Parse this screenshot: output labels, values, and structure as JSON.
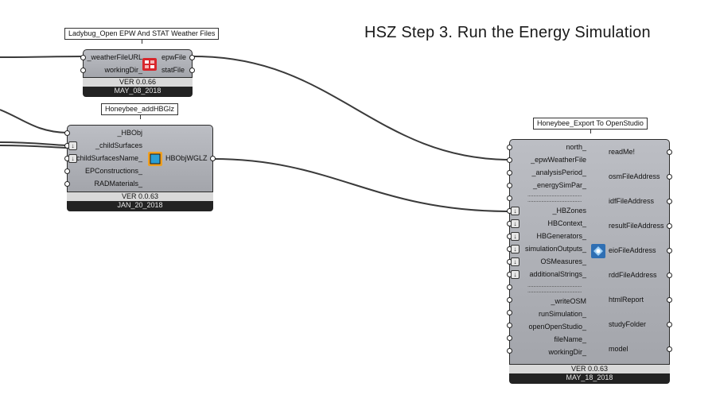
{
  "canvas": {
    "title": "HSZ Step 3. Run the Energy Simulation"
  },
  "components": {
    "ladybug_epw": {
      "tag": "Ladybug_Open EPW And STAT Weather Files",
      "inputs": [
        "_weatherFileURL",
        "workingDir_"
      ],
      "outputs": [
        "epwFile",
        "statFile"
      ],
      "version": "VER 0.0.66",
      "date": "MAY_08_2018",
      "icon": "ladybug-weather-icon"
    },
    "honeybee_addhbglz": {
      "tag": "Honeybee_addHBGlz",
      "inputs": [
        "_HBObj",
        "_childSurfaces",
        "childSurfacesName_",
        "EPConstructions_",
        "RADMaterials_"
      ],
      "outputs": [
        "HBObjWGLZ"
      ],
      "version": "VER 0.0.63",
      "date": "JAN_20_2018",
      "icon": "glazing-icon"
    },
    "honeybee_export": {
      "tag": "Honeybee_Export To OpenStudio",
      "inputs": [
        "north_",
        "_epwWeatherFile",
        "_analysisPeriod_",
        "_energySimPar_",
        "",
        "_HBZones",
        "HBContext_",
        "HBGenerators_",
        "simulationOutputs_",
        "OSMeasures_",
        "additionalStrings_",
        "",
        "_writeOSM",
        "runSimulation_",
        "openOpenStudio_",
        "fileName_",
        "workingDir_"
      ],
      "outputs": [
        "readMe!",
        "osmFileAddress",
        "idfFileAddress",
        "resultFileAddress",
        "eioFileAddress",
        "rddFileAddress",
        "htmlReport",
        "studyFolder",
        "model"
      ],
      "version": "VER 0.0.63",
      "date": "MAY_18_2018",
      "icon": "openstudio-icon"
    }
  }
}
